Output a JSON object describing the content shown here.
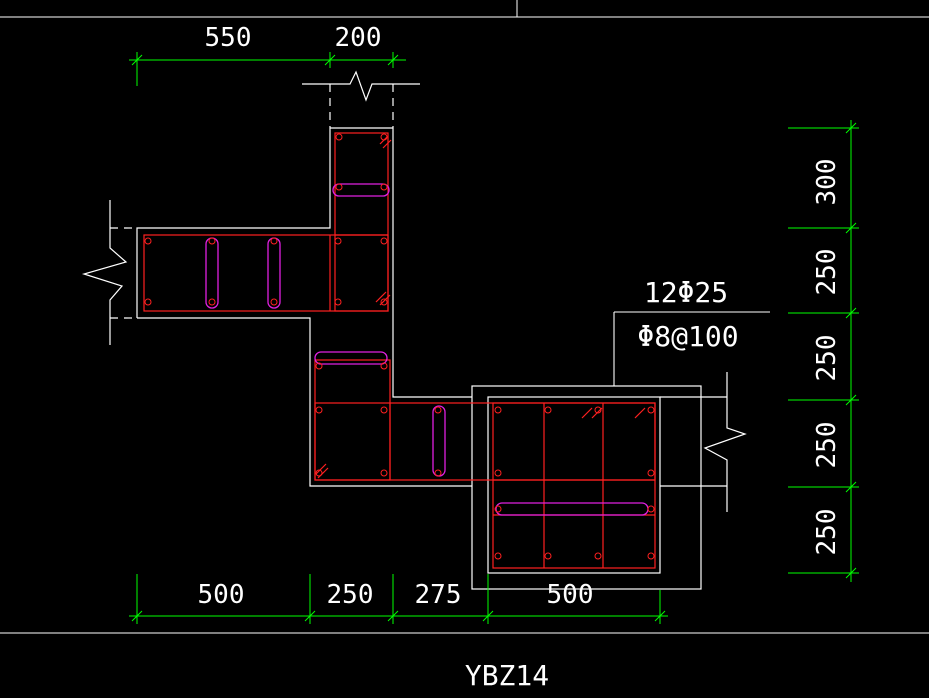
{
  "drawing": {
    "title": "YBZ14",
    "colors": {
      "background": "#000000",
      "outline": "#ffffff",
      "dimension": "#00ff00",
      "stirrup": "#ff2020",
      "tie": "#e020e0",
      "leader": "#ffffff"
    },
    "top_dims": [
      "550",
      "200"
    ],
    "bottom_dims": [
      "500",
      "250",
      "275",
      "500"
    ],
    "right_dims": [
      "300",
      "250",
      "250",
      "250",
      "250"
    ],
    "rebar_label_1": "12Φ25",
    "rebar_label_2": "Φ8@100"
  }
}
